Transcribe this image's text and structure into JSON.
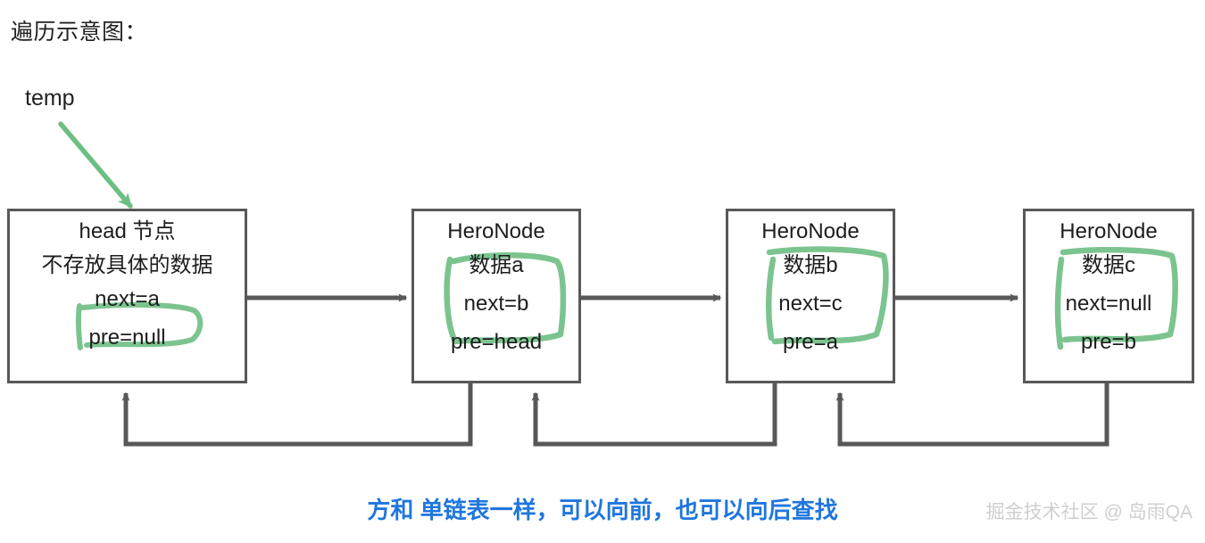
{
  "heading": "遍历示意图：",
  "pointer": {
    "label": "temp",
    "arrow_color": "#6cbf83",
    "target": "head-node"
  },
  "colors": {
    "box_border": "#58585a",
    "connector": "#58585a",
    "highlight_green": "#7cc48f",
    "caption_blue": "#1f76dd",
    "text": "#1d1d1f",
    "watermark": "#cfcfcf"
  },
  "nodes": [
    {
      "id": "head-node",
      "title": "head 节点",
      "subtitle": "不存放具体的数据",
      "next": "next=a",
      "pre": "pre=null",
      "highlighted": [
        "next"
      ]
    },
    {
      "id": "hero-node-a",
      "title": "HeroNode",
      "subtitle": "数据a",
      "next": "next=b",
      "pre": "pre=head",
      "highlighted": [
        "subtitle",
        "next"
      ]
    },
    {
      "id": "hero-node-b",
      "title": "HeroNode",
      "subtitle": "数据b",
      "next": "next=c",
      "pre": "pre=a",
      "highlighted": [
        "subtitle",
        "next"
      ]
    },
    {
      "id": "hero-node-c",
      "title": "HeroNode",
      "subtitle": "数据c",
      "next": "next=null",
      "pre": "pre=b",
      "highlighted": [
        "subtitle",
        "next"
      ]
    }
  ],
  "forward_links": [
    {
      "from": "head-node",
      "to": "hero-node-a"
    },
    {
      "from": "hero-node-a",
      "to": "hero-node-b"
    },
    {
      "from": "hero-node-b",
      "to": "hero-node-c"
    }
  ],
  "backward_links": [
    {
      "from": "hero-node-a",
      "to": "head-node"
    },
    {
      "from": "hero-node-b",
      "to": "hero-node-a"
    },
    {
      "from": "hero-node-c",
      "to": "hero-node-b"
    }
  ],
  "caption": "方和 单链表一样，可以向前，也可以向后查找",
  "watermark": "掘金技术社区 @ 岛雨QA"
}
